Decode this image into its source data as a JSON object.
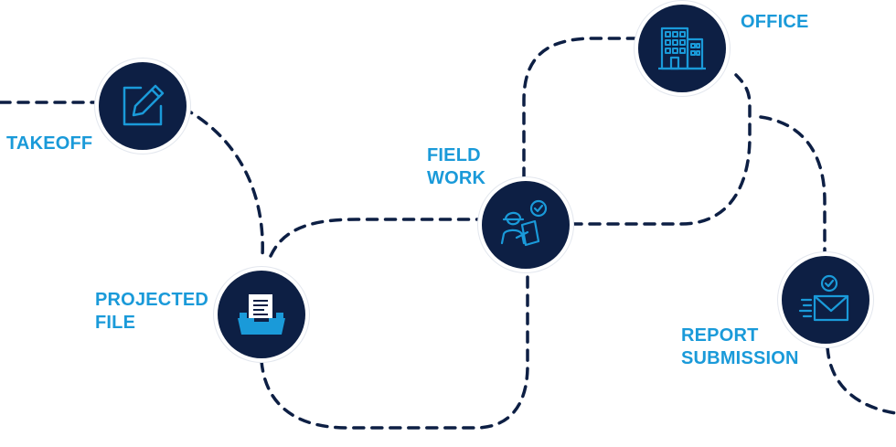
{
  "colors": {
    "node_fill": "#0d1f44",
    "icon_stroke": "#1a9ad9",
    "label": "#1a9ad9",
    "path": "#0d1f44"
  },
  "steps": [
    {
      "id": "takeoff",
      "lines": [
        "TAKEOFF"
      ],
      "icon": "pencil-edit-icon"
    },
    {
      "id": "projected-file",
      "lines": [
        "PROJECTED",
        "FILE"
      ],
      "icon": "folder-document-icon"
    },
    {
      "id": "field-work",
      "lines": [
        "FIELD",
        "WORK"
      ],
      "icon": "worker-checklist-icon"
    },
    {
      "id": "office",
      "lines": [
        "OFFICE"
      ],
      "icon": "office-building-icon"
    },
    {
      "id": "report-submission",
      "lines": [
        "REPORT",
        "SUBMISSION"
      ],
      "icon": "envelope-check-icon"
    }
  ]
}
